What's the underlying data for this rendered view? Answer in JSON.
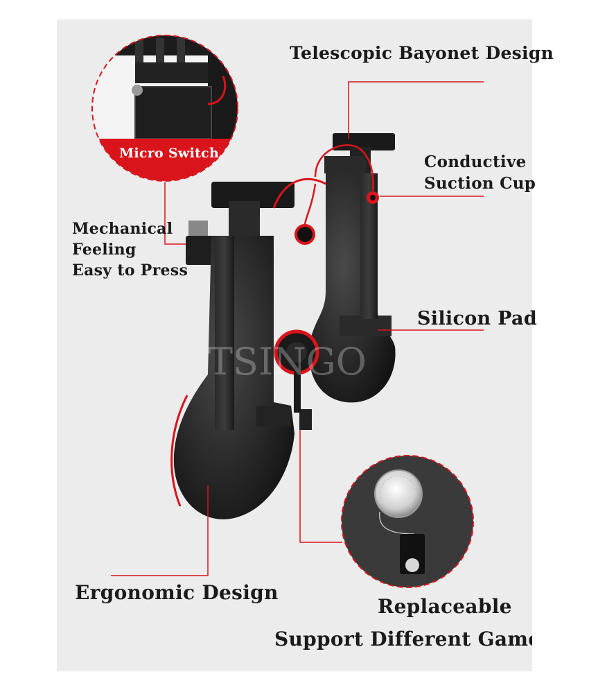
{
  "labels": {
    "telescopic": "Telescopic Bayonet Design",
    "micro_switch": "Micro Switch",
    "conductive_line1": "Conductive",
    "conductive_line2": "Suction Cup",
    "mechanical_line1": "Mechanical",
    "mechanical_line2": "Feeling",
    "mechanical_line3": "Easy to Press",
    "silicon_pad": "Silicon Pad",
    "ergonomic": "Ergonomic Design",
    "replaceable": "Replaceable",
    "support": "Support Different Games"
  },
  "watermark": "TSINGO",
  "colors": {
    "accent_red": "#d9141b",
    "body_black": "#1b1b1b",
    "background": "#ececec"
  }
}
